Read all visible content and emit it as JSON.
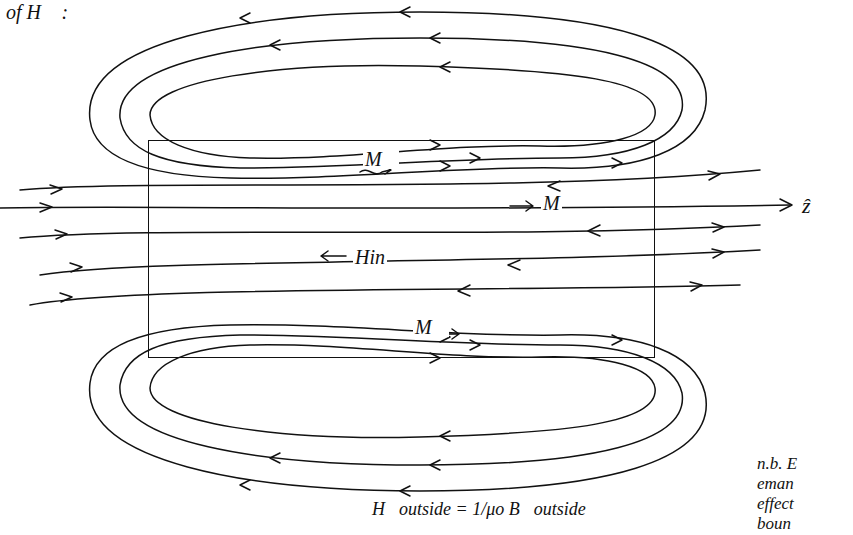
{
  "diagram": {
    "nodes": [
      {
        "text": [
          "M⃗",
          "M",
          "Hin",
          "M⃗"
        ]
      }
    ],
    "labels": [
      "of H⃗ :",
      "ẑ",
      "H⃗outside = 1/μo B⃗outside",
      "n.b. E",
      "eman",
      "effect",
      "boun"
    ]
  }
}
